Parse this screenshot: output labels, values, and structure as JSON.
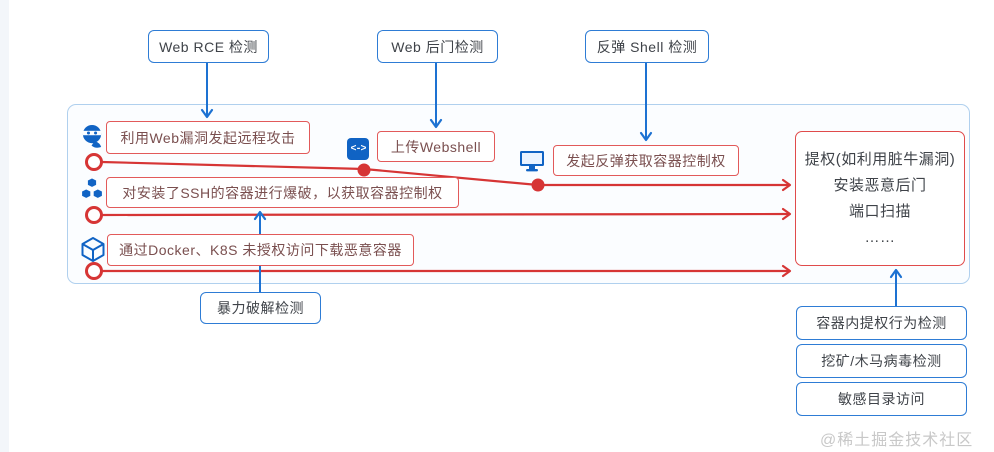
{
  "watermark": "@稀土掘金技术社区",
  "top_detections": [
    {
      "label": "Web RCE 检测"
    },
    {
      "label": "Web 后门检测"
    },
    {
      "label": "反弹 Shell 检测"
    }
  ],
  "attack_steps": {
    "web_exploit": "利用Web漏洞发起远程攻击",
    "upload_webshell": "上传Webshell",
    "reverse_shell": "发起反弹获取容器控制权",
    "ssh_bruteforce": "对安装了SSH的容器进行爆破，以获取容器控制权",
    "unauth_access": "通过Docker、K8S 未授权访问下载恶意容器"
  },
  "result_box": {
    "line1": "提权(如利用脏牛漏洞)",
    "line2": "安装恶意后门",
    "line3": "端口扫描",
    "line4": "……"
  },
  "bottom_detections": [
    {
      "label": "暴力破解检测"
    },
    {
      "label": "容器内提权行为检测"
    },
    {
      "label": "挖矿/木马病毒检测"
    },
    {
      "label": "敏感目录访问"
    }
  ],
  "icons": {
    "code_glyph": "<->"
  },
  "colors": {
    "blue": "#1d72d2",
    "icon_blue": "#1063c4",
    "red_line": "#d63535",
    "red_border": "#e25a5a",
    "container_border": "#b0d0ee",
    "muted_red_text": "#7a4f4f",
    "dark_text": "#3f4349",
    "watermark_gray": "#c8c8c8"
  }
}
